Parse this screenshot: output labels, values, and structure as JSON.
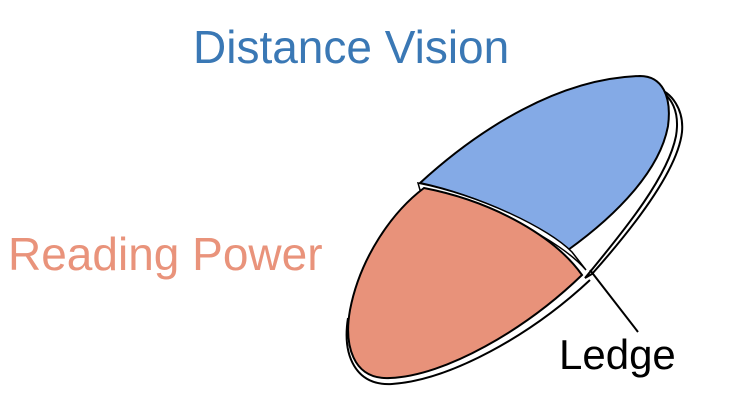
{
  "labels": {
    "distance_vision": "Distance Vision",
    "reading_power": "Reading Power",
    "ledge": "Ledge"
  },
  "colors": {
    "distance_vision_text": "#3a78b5",
    "reading_power_text": "#e9937b",
    "ledge_text": "#000000",
    "distance_zone_fill": "#84aae6",
    "reading_zone_fill": "#e8927a",
    "lens_edge_fill": "#ffffff",
    "outline": "#000000"
  }
}
